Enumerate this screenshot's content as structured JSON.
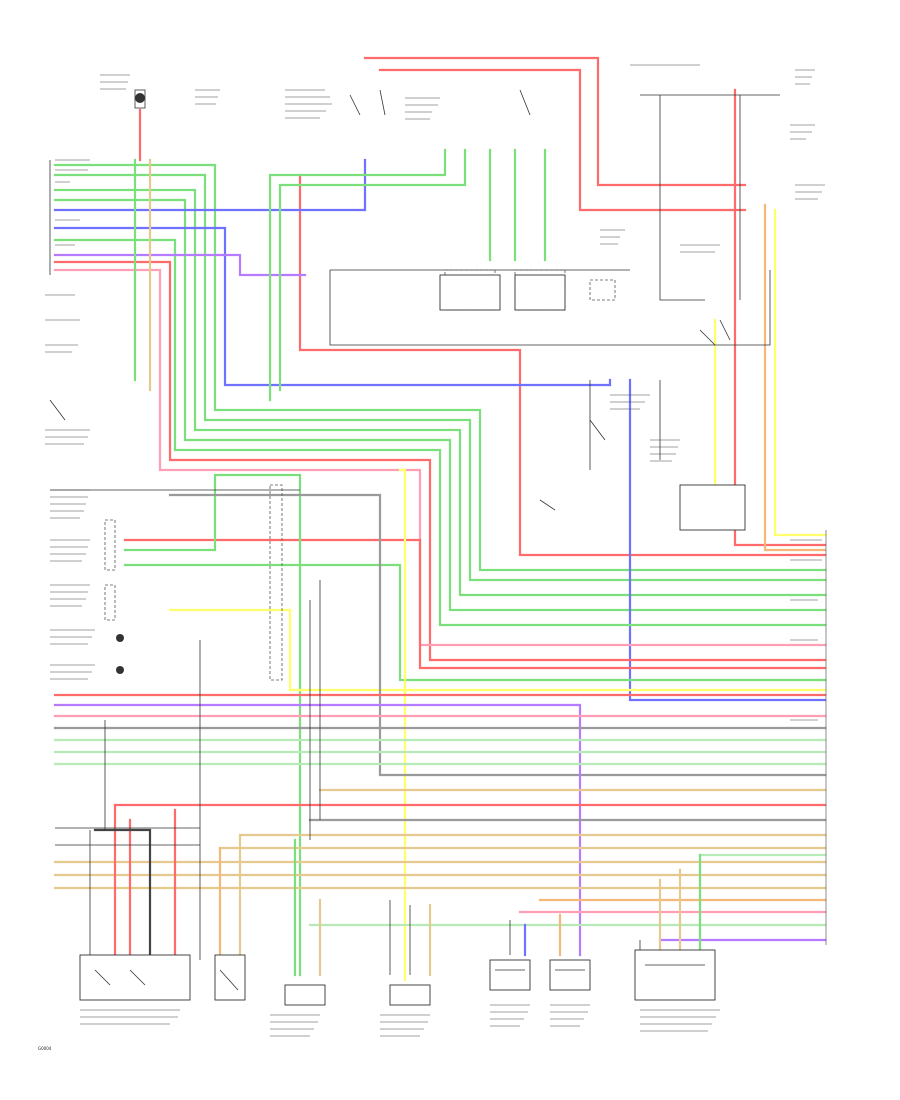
{
  "diagram": {
    "page_code": "G0004",
    "wire_colors": {
      "red": "#ff6b6b",
      "green": "#7be07b",
      "blue": "#6f72ff",
      "yellow": "#ffff6a",
      "orange": "#f5b878",
      "violet": "#b57cff",
      "gray": "#9a9a9a",
      "dark": "#444444",
      "pink": "#ff9fb6",
      "tan": "#e6c98f"
    },
    "components": [
      {
        "id": "ecm-pcm",
        "label": ""
      },
      {
        "id": "throttle-position-sensor",
        "label": ""
      },
      {
        "id": "idle-air-control",
        "label": ""
      },
      {
        "id": "engine-coolant-temp-sensor",
        "label": ""
      },
      {
        "id": "heated-oxygen-sensor-1",
        "label": ""
      },
      {
        "id": "heated-oxygen-sensor-2",
        "label": ""
      },
      {
        "id": "shift-solenoid-assembly",
        "label": ""
      },
      {
        "id": "electrical-load-detector",
        "label": ""
      },
      {
        "id": "vehicle-speed-sensor",
        "label": ""
      },
      {
        "id": "transmission-range-switch",
        "label": ""
      }
    ]
  }
}
